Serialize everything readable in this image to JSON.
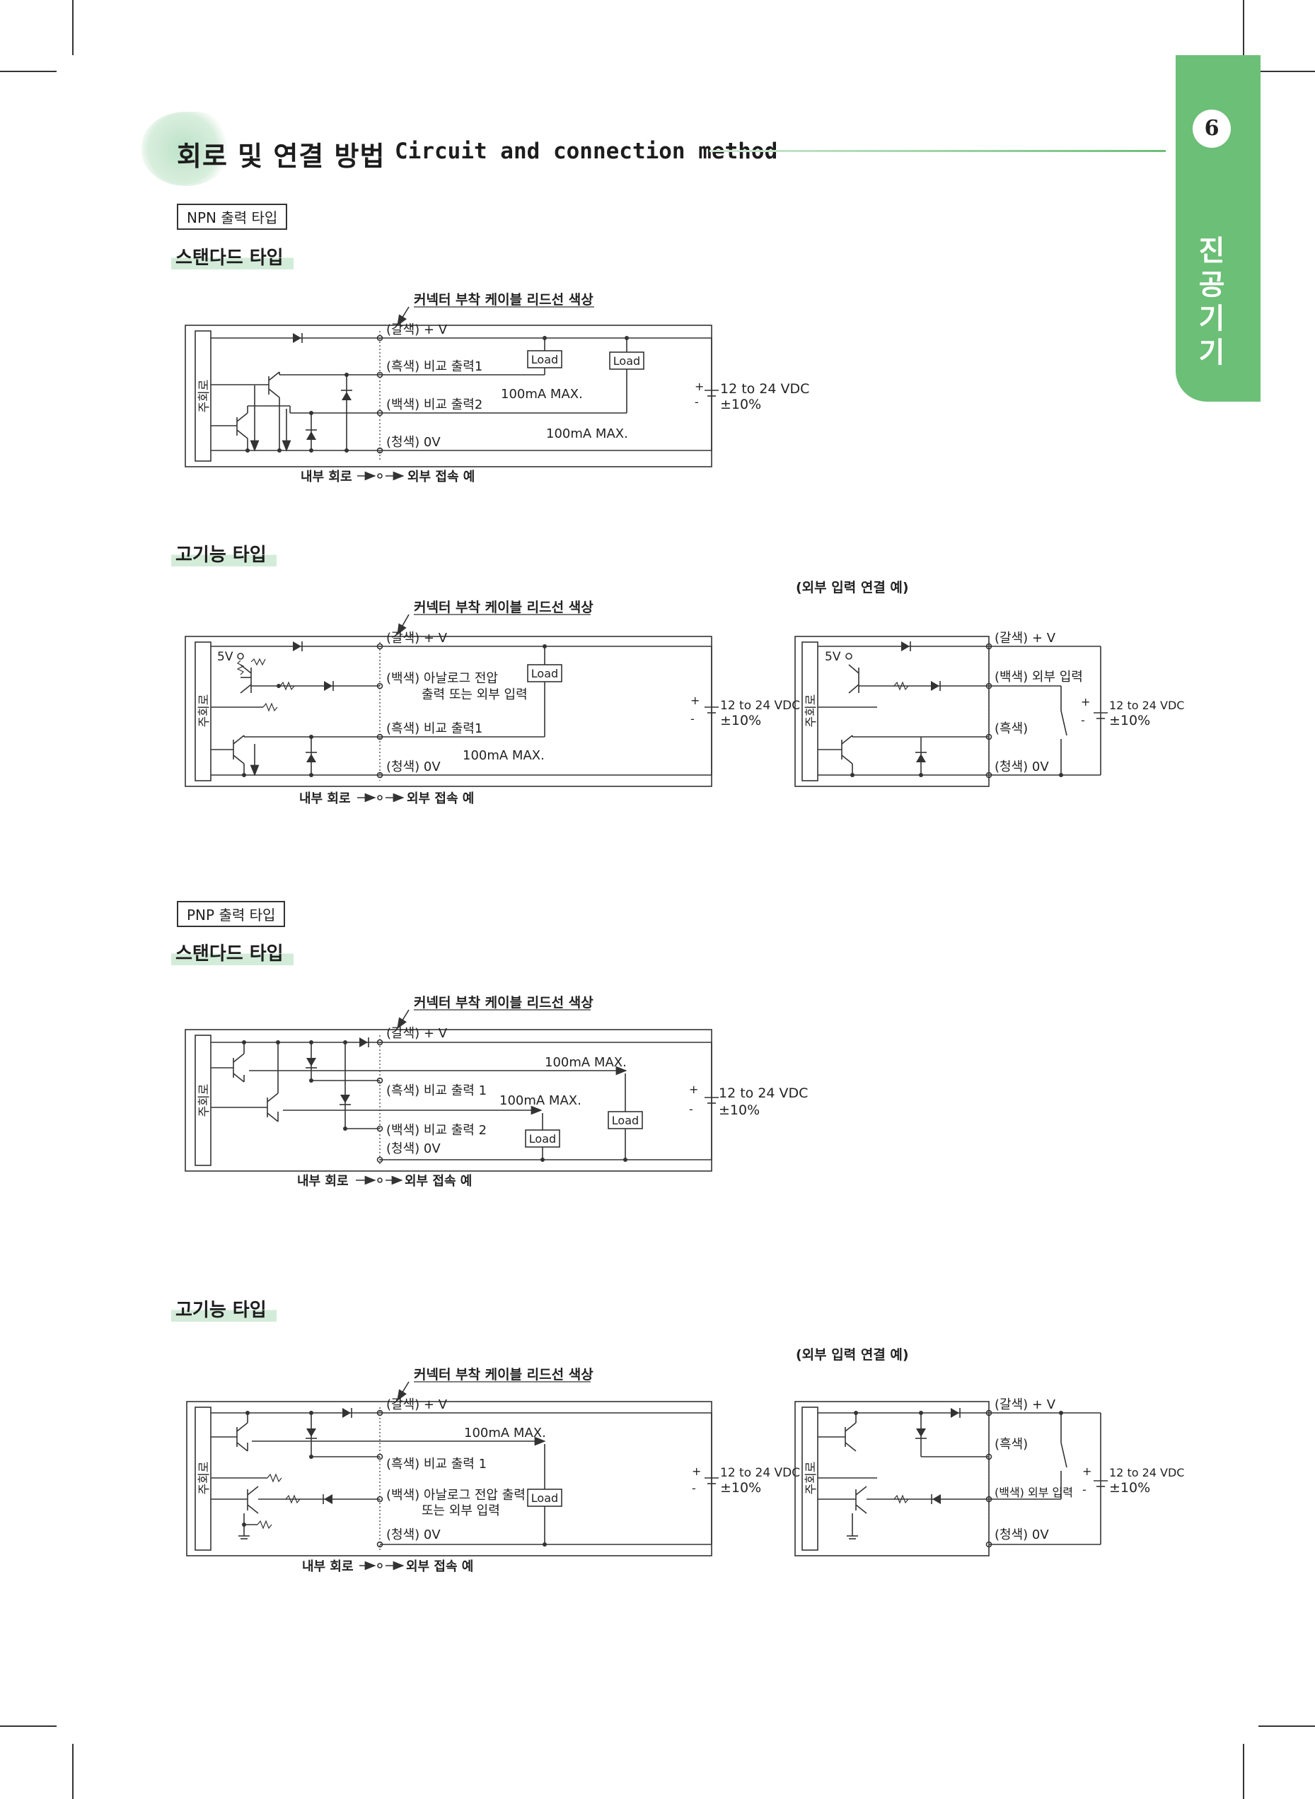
{
  "tab": {
    "number": "6",
    "chars": [
      "진",
      "공",
      "기",
      "기"
    ]
  },
  "title": {
    "ko": "회로 및 연결 방법",
    "en": "Circuit and connection method"
  },
  "npn": {
    "label": "NPN 출력 타입",
    "std": {
      "label": "스탠다드 타입",
      "header": "커넥터 부착 케이블 리드선 색상",
      "v": "(갈색) + V",
      "out1": "(흑색) 비교 출력1",
      "out2": "(백색) 비교 출력2",
      "zero": "(청색) 0V",
      "max1": "100mA MAX.",
      "max2": "100mA MAX.",
      "load": "Load",
      "main": "주회로",
      "volt": "12 to 24 VDC",
      "tol": "±10%",
      "plus": "+",
      "minus": "-",
      "inner": "내부 회로",
      "outer": "외부 접속 예"
    },
    "hi": {
      "label": "고기능 타입",
      "ext_title": "(외부 입력 연결 예)",
      "header": "커넥터 부착 케이블 리드선 색상",
      "v": "(갈색) + V",
      "analog1": "(백색) 아날로그 전압",
      "analog2": "출력 또는 외부 입력",
      "out1": "(흑색) 비교 출력1",
      "zero": "(청색) 0V",
      "max": "100mA MAX.",
      "five": "5V",
      "ext_v": "(갈색) + V",
      "ext_in": "(백색) 외부 입력",
      "ext_black": "(흑색)",
      "ext_zero": "(청색) 0V"
    }
  },
  "pnp": {
    "label": "PNP 출력 타입",
    "std": {
      "label": "스탠다드 타입",
      "header": "커넥터 부착 케이블 리드선 색상",
      "v": "(갈색) + V",
      "out1": "(흑색) 비교 출력 1",
      "out2": "(백색) 비교 출력 2",
      "zero": "(청색) 0V",
      "max1": "100mA MAX.",
      "max2": "100mA MAX."
    },
    "hi": {
      "label": "고기능 타입",
      "ext_title": "(외부 입력 연결 예)",
      "header": "커넥터 부착 케이블 리드선 색상",
      "v": "(갈색) + V",
      "max": "100mA MAX.",
      "out1": "(흑색) 비교 출력 1",
      "analog1": "(백색) 아날로그 전압 출력",
      "analog2": "또는 외부 입력",
      "zero": "(청색) 0V",
      "ext_v": "(갈색) + V",
      "ext_black": "(흑색)",
      "ext_in": "(백색) 외부 입력",
      "ext_zero": "(청색) 0V"
    }
  }
}
